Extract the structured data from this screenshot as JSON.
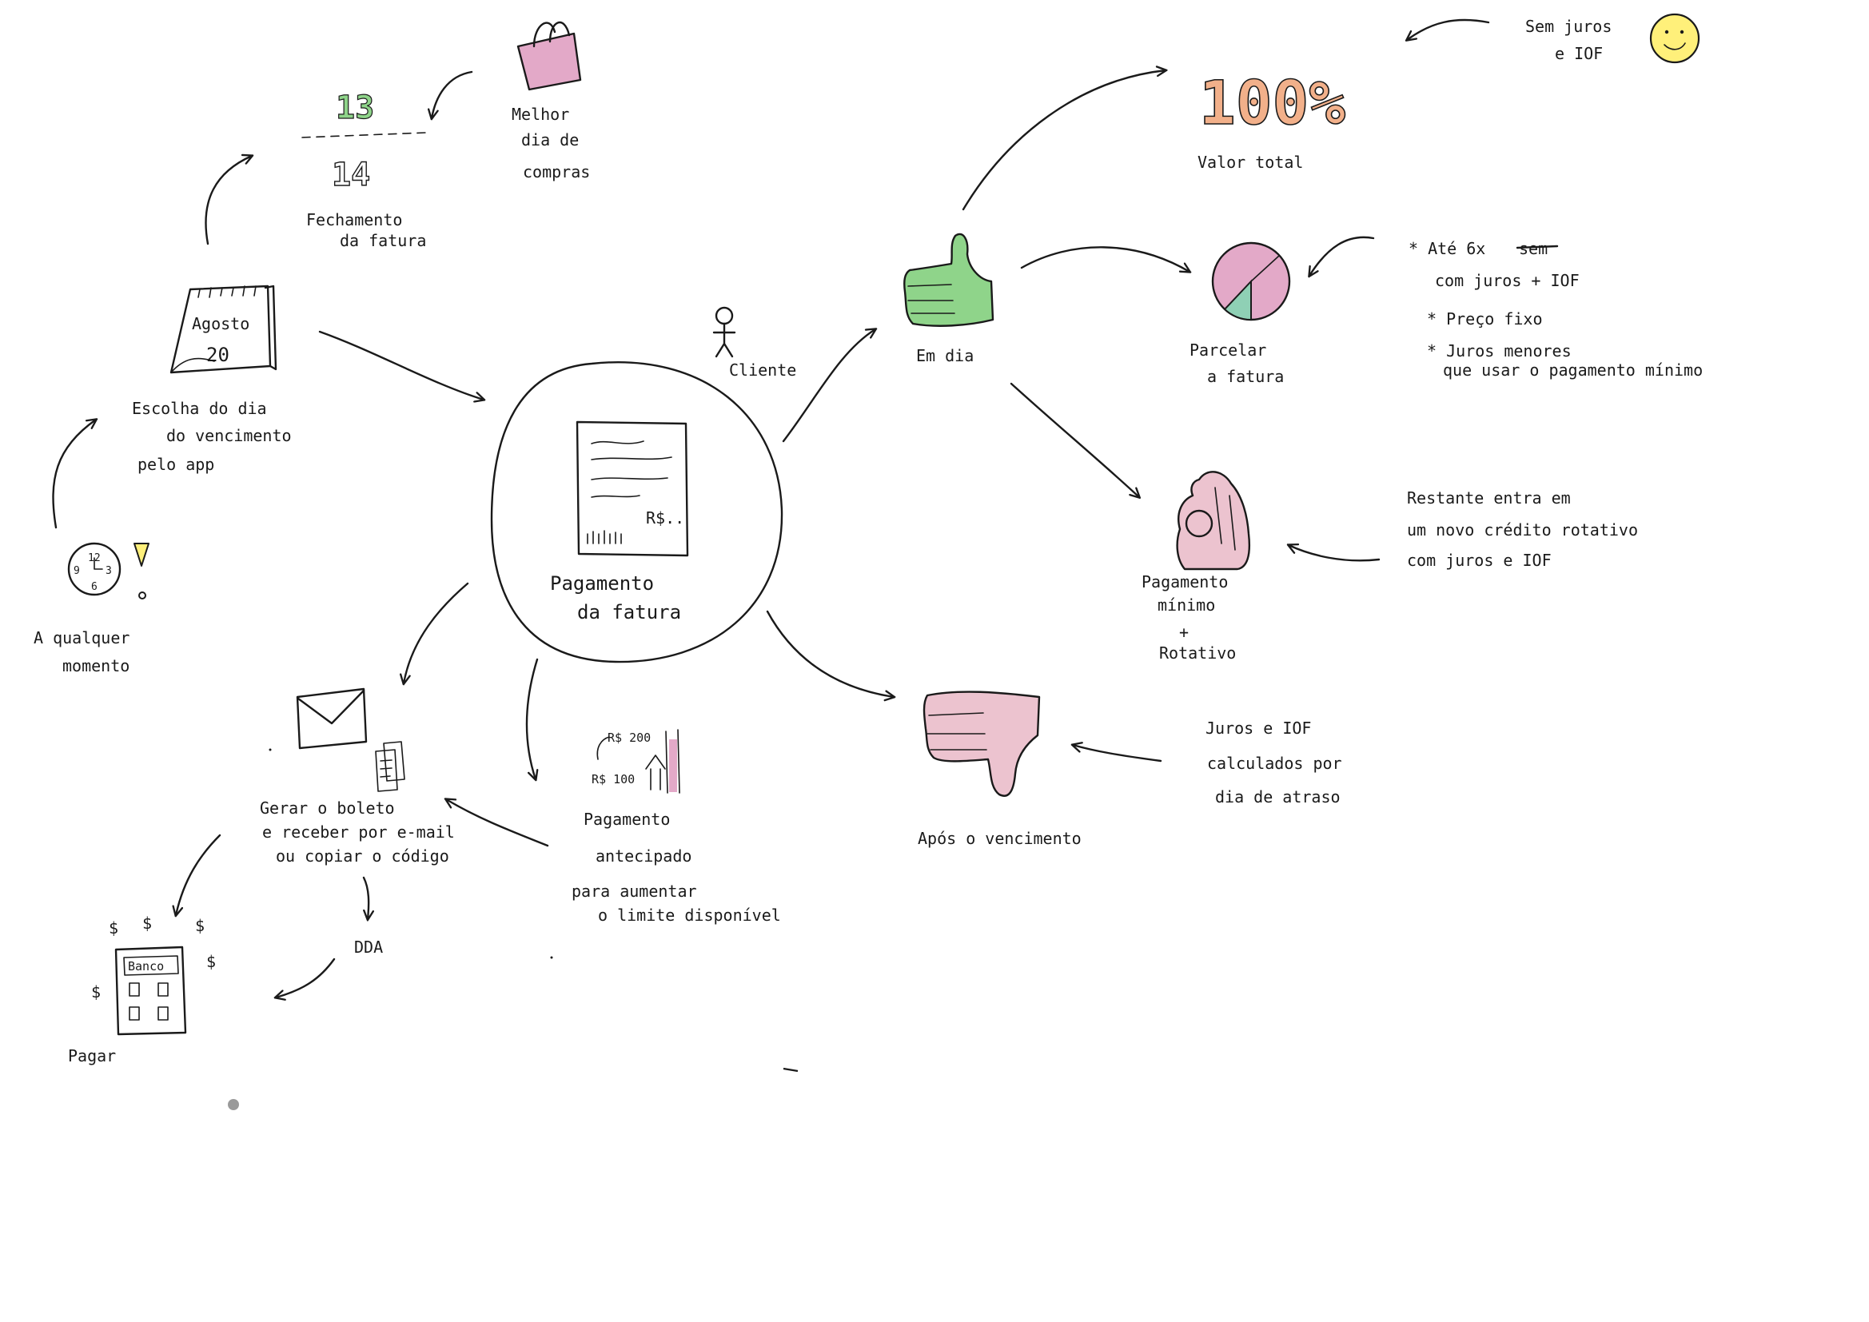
{
  "colors": {
    "ink": "#1a1a1a",
    "green": "#8fd48a",
    "pink": "#e3a9c8",
    "light_pink": "#ecc3cf",
    "orange": "#f2b08a",
    "yellow": "#fff07a",
    "teal": "#8fd0b5"
  },
  "center": {
    "title_line1": "Pagamento",
    "title_line2": "da fatura",
    "amount": "R$..",
    "client_label": "Cliente"
  },
  "calendar": {
    "month": "Agosto",
    "day": "20",
    "label_line1": "Escolha do dia",
    "label_line2": "do vencimento",
    "label_line3": "pelo app"
  },
  "closing": {
    "date_top": "13",
    "date_bottom": "14",
    "label_line1": "Fechamento",
    "label_line2": "da fatura"
  },
  "best_day": {
    "line1": "Melhor",
    "line2": "dia de",
    "line3": "compras"
  },
  "anytime": {
    "clock_12": "12",
    "clock_3": "3",
    "clock_6": "6",
    "clock_9": "9",
    "line1": "A qualquer",
    "line2": "momento"
  },
  "boleto": {
    "line1": "Gerar o boleto",
    "line2": "e receber por e-mail",
    "line3": "ou copiar o código"
  },
  "dda": {
    "label": "DDA"
  },
  "bank": {
    "sign": "Banco",
    "dollar": "$",
    "label": "Pagar"
  },
  "advance": {
    "top_value": "R$ 200",
    "bottom_value": "R$ 100",
    "line1": "Pagamento",
    "line2": "antecipado",
    "line3": "para aumentar",
    "line4": "o limite disponível"
  },
  "after_due": {
    "label": "Após o vencimento",
    "note_line1": "Juros e IOF",
    "note_line2": "calculados por",
    "note_line3": "dia de atraso"
  },
  "on_time": {
    "label": "Em dia"
  },
  "full": {
    "percent": "100%",
    "label": "Valor total",
    "note_line1": "Sem juros",
    "note_line2": "e IOF"
  },
  "installments": {
    "line1": "Parcelar",
    "line2": "a fatura",
    "note_line1": "* Até 6x",
    "note_crossed": "sem",
    "note_line2": "com juros + IOF",
    "note_line3": "* Preço fixo",
    "note_line4": "* Juros menores",
    "note_line5": "que usar o pagamento mínimo"
  },
  "minimum": {
    "line1": "Pagamento",
    "line2": "mínimo",
    "plus": "+",
    "line3": "Rotativo",
    "note_line1": "Restante entra em",
    "note_line2": "um novo crédito rotativo",
    "note_line3": "com juros e IOF"
  }
}
